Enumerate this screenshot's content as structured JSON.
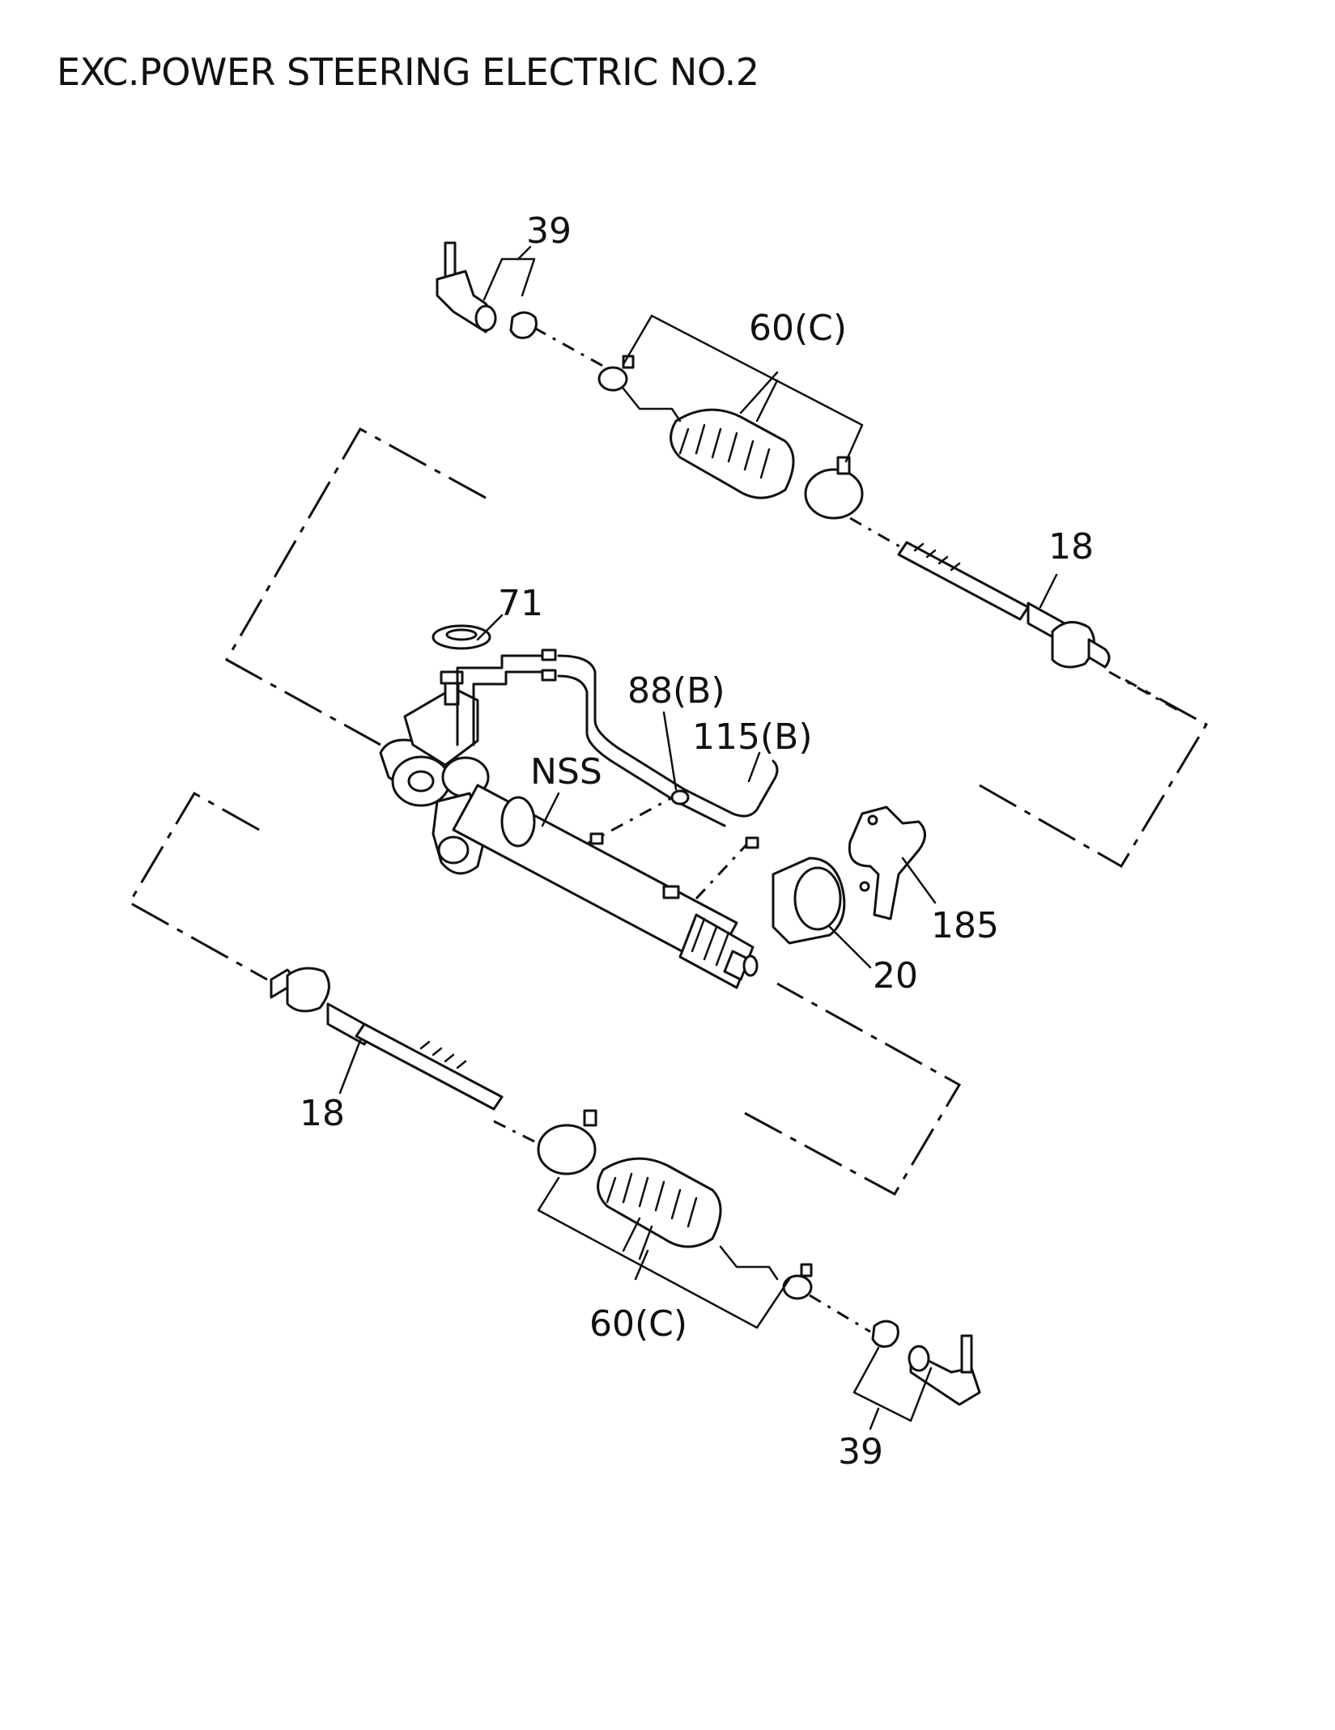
{
  "title": "EXC.POWER STEERING ELECTRIC NO.2",
  "callouts": {
    "c39_top": "39",
    "c60_top": "60(C)",
    "c18_top": "18",
    "c71": "71",
    "c88": "88(B)",
    "c115": "115(B)",
    "cNSS": "NSS",
    "c185": "185",
    "c20": "20",
    "c18_bottom": "18",
    "c60_bottom": "60(C)",
    "c39_bottom": "39"
  },
  "colors": {
    "ink": "#111111",
    "background": "#ffffff"
  }
}
